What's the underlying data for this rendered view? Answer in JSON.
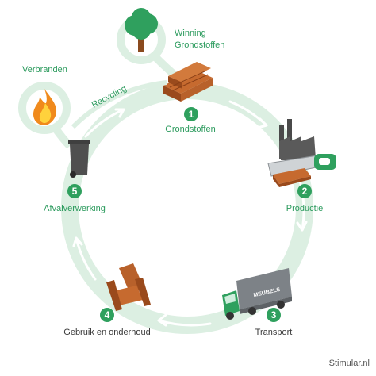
{
  "diagram": {
    "stages": [
      {
        "number": "1",
        "label": "Grondstoffen"
      },
      {
        "number": "2",
        "label": "Productie"
      },
      {
        "number": "3",
        "label": "Transport"
      },
      {
        "number": "4",
        "label": "Gebruik en onderhoud"
      },
      {
        "number": "5",
        "label": "Afvalverwerking"
      }
    ],
    "side_nodes": {
      "extraction": {
        "line1": "Winning",
        "line2": "Grondstoffen",
        "icon": "tree-icon"
      },
      "incineration": {
        "label": "Verbranden",
        "icon": "flame-icon"
      }
    },
    "recycling_label": "Recycling",
    "truck_text": "MEUBELS",
    "credit": "Stimular.nl",
    "colors": {
      "ring": "#dcefe2",
      "ring_arrow": "#ffffff",
      "badge": "#2fa05e",
      "label_green": "#2a9a5c",
      "label_dark": "#3a3a3a",
      "wood": "#b8612b"
    }
  }
}
